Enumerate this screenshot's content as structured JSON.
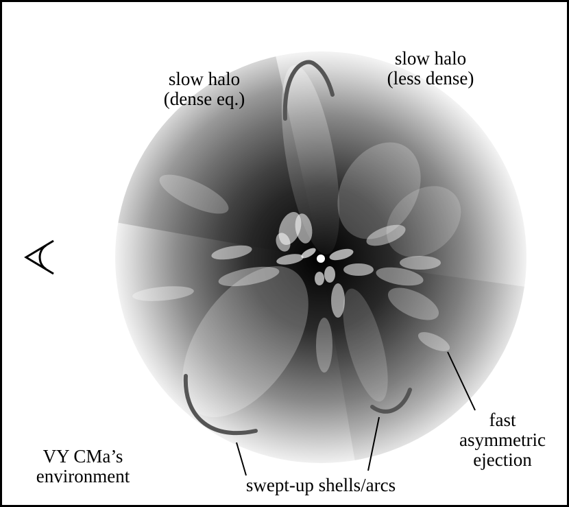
{
  "labels": {
    "halo_dense_line1": "slow halo",
    "halo_dense_line2": "(dense eq.)",
    "halo_less_line1": "slow halo",
    "halo_less_line2": "(less dense)",
    "environment_line1": "VY CMa’s",
    "environment_line2": "environment",
    "shells": "swept-up shells/arcs",
    "fast_line1": "fast",
    "fast_line2": "asymmetric",
    "fast_line3": "ejection"
  },
  "colors": {
    "background": "#ffffff",
    "frame": "#000000",
    "arc": "#555555",
    "pointer": "#000000",
    "star": "#ffffff"
  },
  "icons": {
    "observer": "eye-icon",
    "star": "star-icon"
  }
}
